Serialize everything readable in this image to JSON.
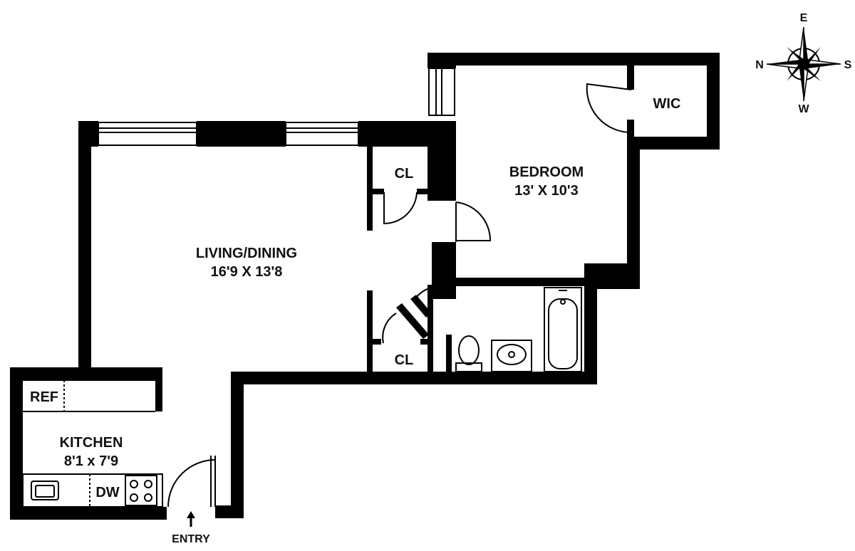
{
  "rooms": {
    "living": {
      "name": "LIVING/DINING",
      "size": "16'9 X 13'8"
    },
    "bedroom": {
      "name": "BEDROOM",
      "size": "13' X 10'3"
    },
    "kitchen": {
      "name": "KITCHEN",
      "size": "8'1 x 7'9"
    },
    "wic": "WIC",
    "closet_upper": "CL",
    "closet_lower": "CL",
    "ref": "REF",
    "dw": "DW",
    "entry": "ENTRY"
  },
  "compass": {
    "east": "E",
    "north": "N",
    "south": "S",
    "west": "W"
  }
}
